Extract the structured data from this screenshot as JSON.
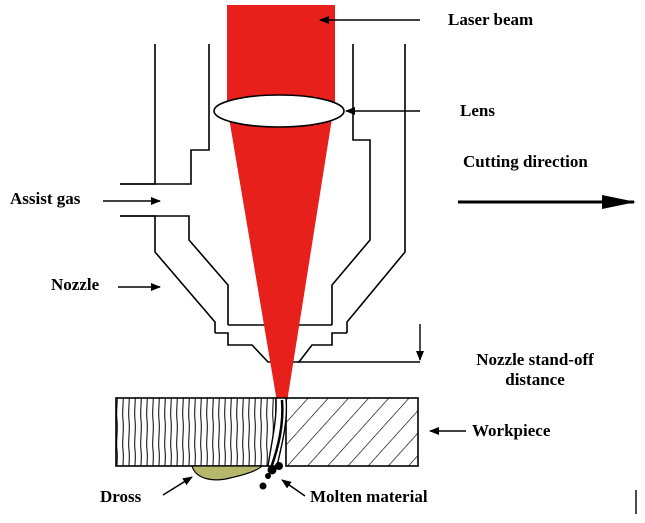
{
  "diagram": {
    "labels": {
      "laser_beam": "Laser beam",
      "lens": "Lens",
      "cutting_direction": "Cutting direction",
      "assist_gas": "Assist gas",
      "nozzle": "Nozzle",
      "standoff_line1": "Nozzle stand-off",
      "standoff_line2": "distance",
      "workpiece": "Workpiece",
      "dross": "Dross",
      "molten_material": "Molten material"
    },
    "colors": {
      "laser": "#e8201c",
      "stroke": "#000000",
      "dross": "#b5b86a",
      "background": "#ffffff"
    }
  }
}
